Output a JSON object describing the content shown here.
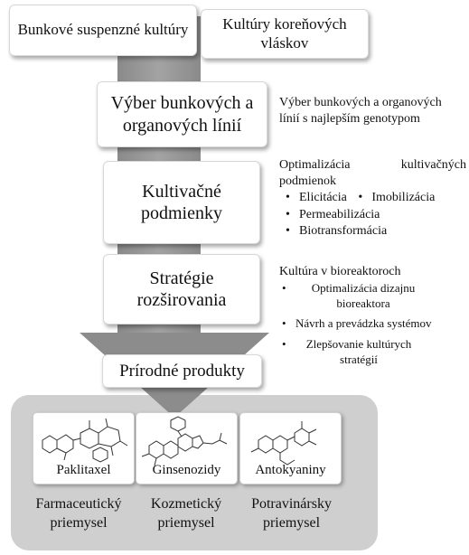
{
  "top_sources": [
    {
      "text": "Bunkové suspenzné kultúry"
    },
    {
      "text": "Kultúry koreňových vláskov"
    }
  ],
  "stages": [
    {
      "label": "Výber bunkových a organových línií",
      "note_head": "Výber bunkových a organových línií s najlepším genotypom",
      "bullets": []
    },
    {
      "label": "Kultivačné podmienky",
      "note_head": "Optimalizácia kultivačných podmienok",
      "bullets": [
        "Elicitácia",
        "Imobilizácia",
        "Permeabilizácia",
        "Biotransformácia"
      ]
    },
    {
      "label": "Stratégie rozširovania",
      "note_head": "Kultúra v bioreaktoroch",
      "bullets": [
        "Optimalizácia dizajnu bioreaktora",
        "Návrh a prevádzka systémov",
        "Zlepšovanie kultúrych stratégií"
      ]
    }
  ],
  "products_label": "Prírodné produkty",
  "compounds": [
    {
      "name": "Paklitaxel"
    },
    {
      "name": "Ginsenozidy"
    },
    {
      "name": "Antokyaniny"
    }
  ],
  "industries": [
    {
      "text": "Farmaceutický priemysel"
    },
    {
      "text": "Kozmetický priemysel"
    },
    {
      "text": "Potravinársky priemysel"
    }
  ],
  "colors": {
    "arrow": "#8c8c8c",
    "panel": "#cfcfcf"
  }
}
